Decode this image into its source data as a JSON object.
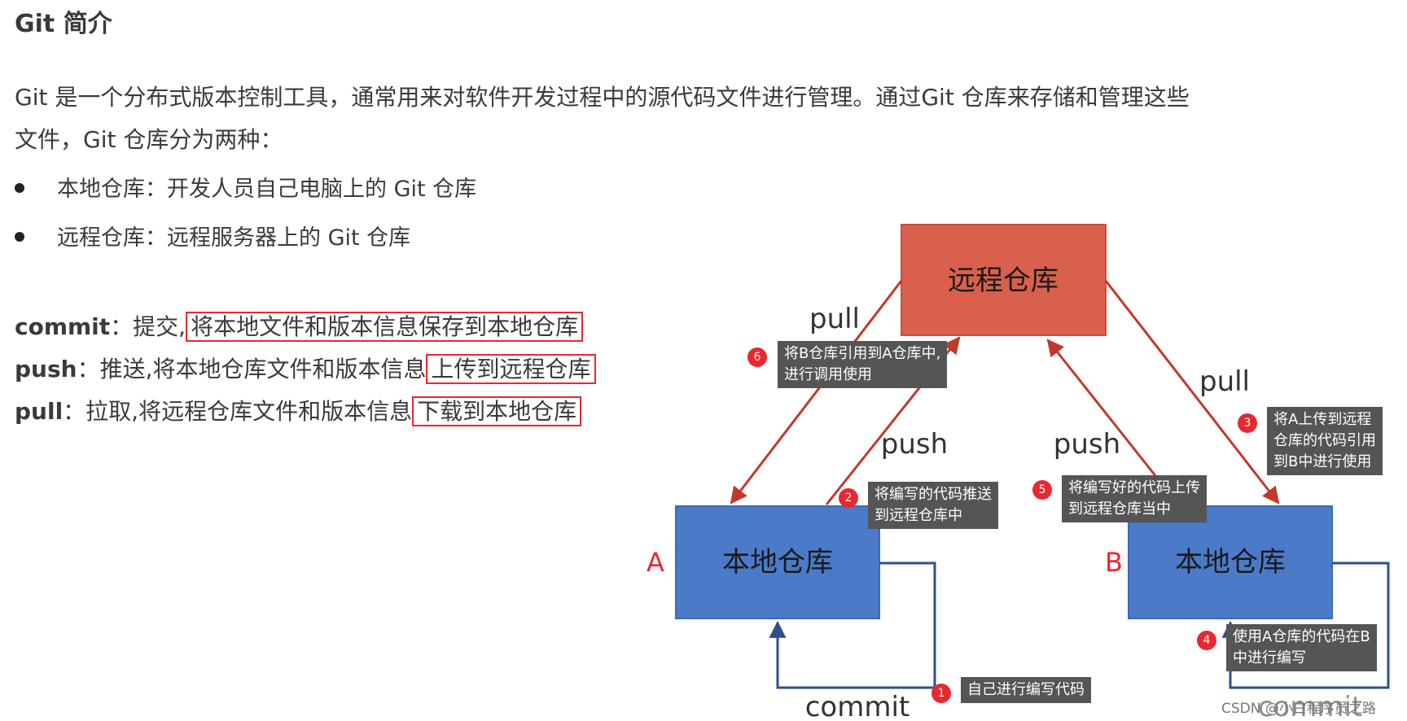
{
  "title": "Git 简介",
  "intro": {
    "line1": "Git 是一个分布式版本控制工具，通常用来对软件开发过程中的源代码文件进行管理。通过Git 仓库来存储和管理这些",
    "line2": "文件，Git 仓库分为两种："
  },
  "bullets": [
    {
      "text": "本地仓库：开发人员自己电脑上的 Git 仓库"
    },
    {
      "text": "远程仓库：远程服务器上的 Git 仓库"
    }
  ],
  "definitions": [
    {
      "term": "commit",
      "desc": "：提交,",
      "highlight": "将本地文件和版本信息保存到本地仓库"
    },
    {
      "term": "push",
      "desc": "：推送,将本地仓库文件和版本信息",
      "highlight": "上传到远程仓库"
    },
    {
      "term": "pull",
      "desc": "：拉取,将远程仓库文件和版本信息",
      "highlight": "下载到本地仓库"
    }
  ],
  "diagram": {
    "remote_label": "远程仓库",
    "local_a_label": "本地仓库",
    "local_b_label": "本地仓库",
    "marker_a": "A",
    "marker_b": "B",
    "arrows": {
      "pull_left": "pull",
      "push_left": "push",
      "push_right": "push",
      "pull_right": "pull",
      "commit_a": "commit",
      "commit_b": "commit"
    },
    "colors": {
      "remote_fill": "#d9604c",
      "local_fill": "#4a7ac8",
      "arrow_red": "#c0392b",
      "arrow_blue": "#2f4f8a",
      "highlight_border": "#e8282f",
      "note_bg": "#555555",
      "badge": "#e8282f"
    }
  },
  "notes": [
    {
      "num": "1",
      "text": "自己进行编写代码"
    },
    {
      "num": "2",
      "line1": "将编写的代码推送",
      "line2": "到远程仓库中"
    },
    {
      "num": "3",
      "line1": "将A上传到远程",
      "line2": "仓库的代码引用",
      "line3": "到B中进行使用"
    },
    {
      "num": "4",
      "line1": "使用A仓库的代码在B",
      "line2": "中进行编写"
    },
    {
      "num": "5",
      "line1": "将编写好的代码上传",
      "line2": "到远程仓库当中"
    },
    {
      "num": "6",
      "line1": "将B仓库引用到A仓库中,",
      "line2": "进行调用使用"
    }
  ],
  "watermark": "CSDN @小白程序员之路"
}
